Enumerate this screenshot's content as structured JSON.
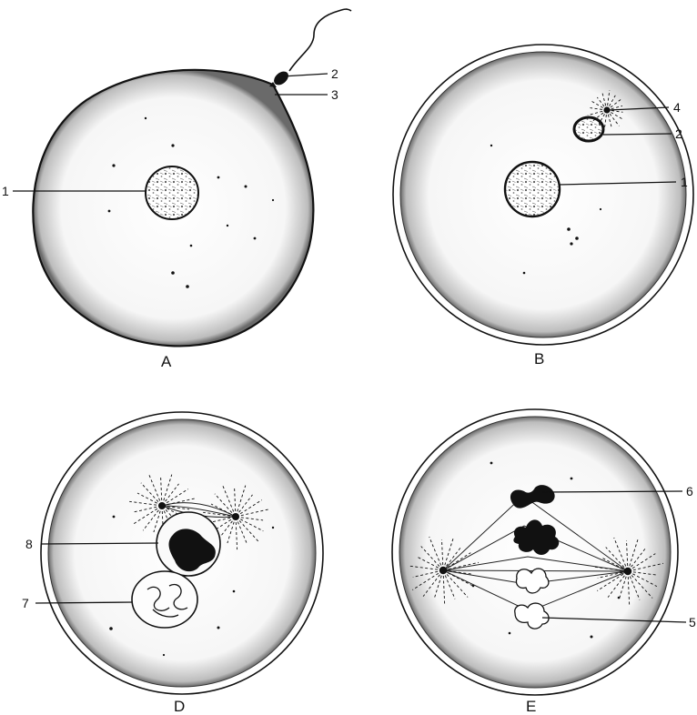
{
  "panels": [
    {
      "id": "A",
      "label": "A"
    },
    {
      "id": "B",
      "label": "B"
    },
    {
      "id": "D",
      "label": "D"
    },
    {
      "id": "E",
      "label": "E"
    }
  ],
  "callouts": {
    "a_1": "1",
    "a_2": "2",
    "a_3": "3",
    "b_4": "4",
    "b_2": "2",
    "b_1": "1",
    "d_8": "8",
    "d_7": "7",
    "e_6": "6",
    "e_5": "5"
  },
  "colors": {
    "ink": "#111111",
    "cytoplasm": "#f2f2f2",
    "stipple": "#222222",
    "paper": "#ffffff"
  }
}
